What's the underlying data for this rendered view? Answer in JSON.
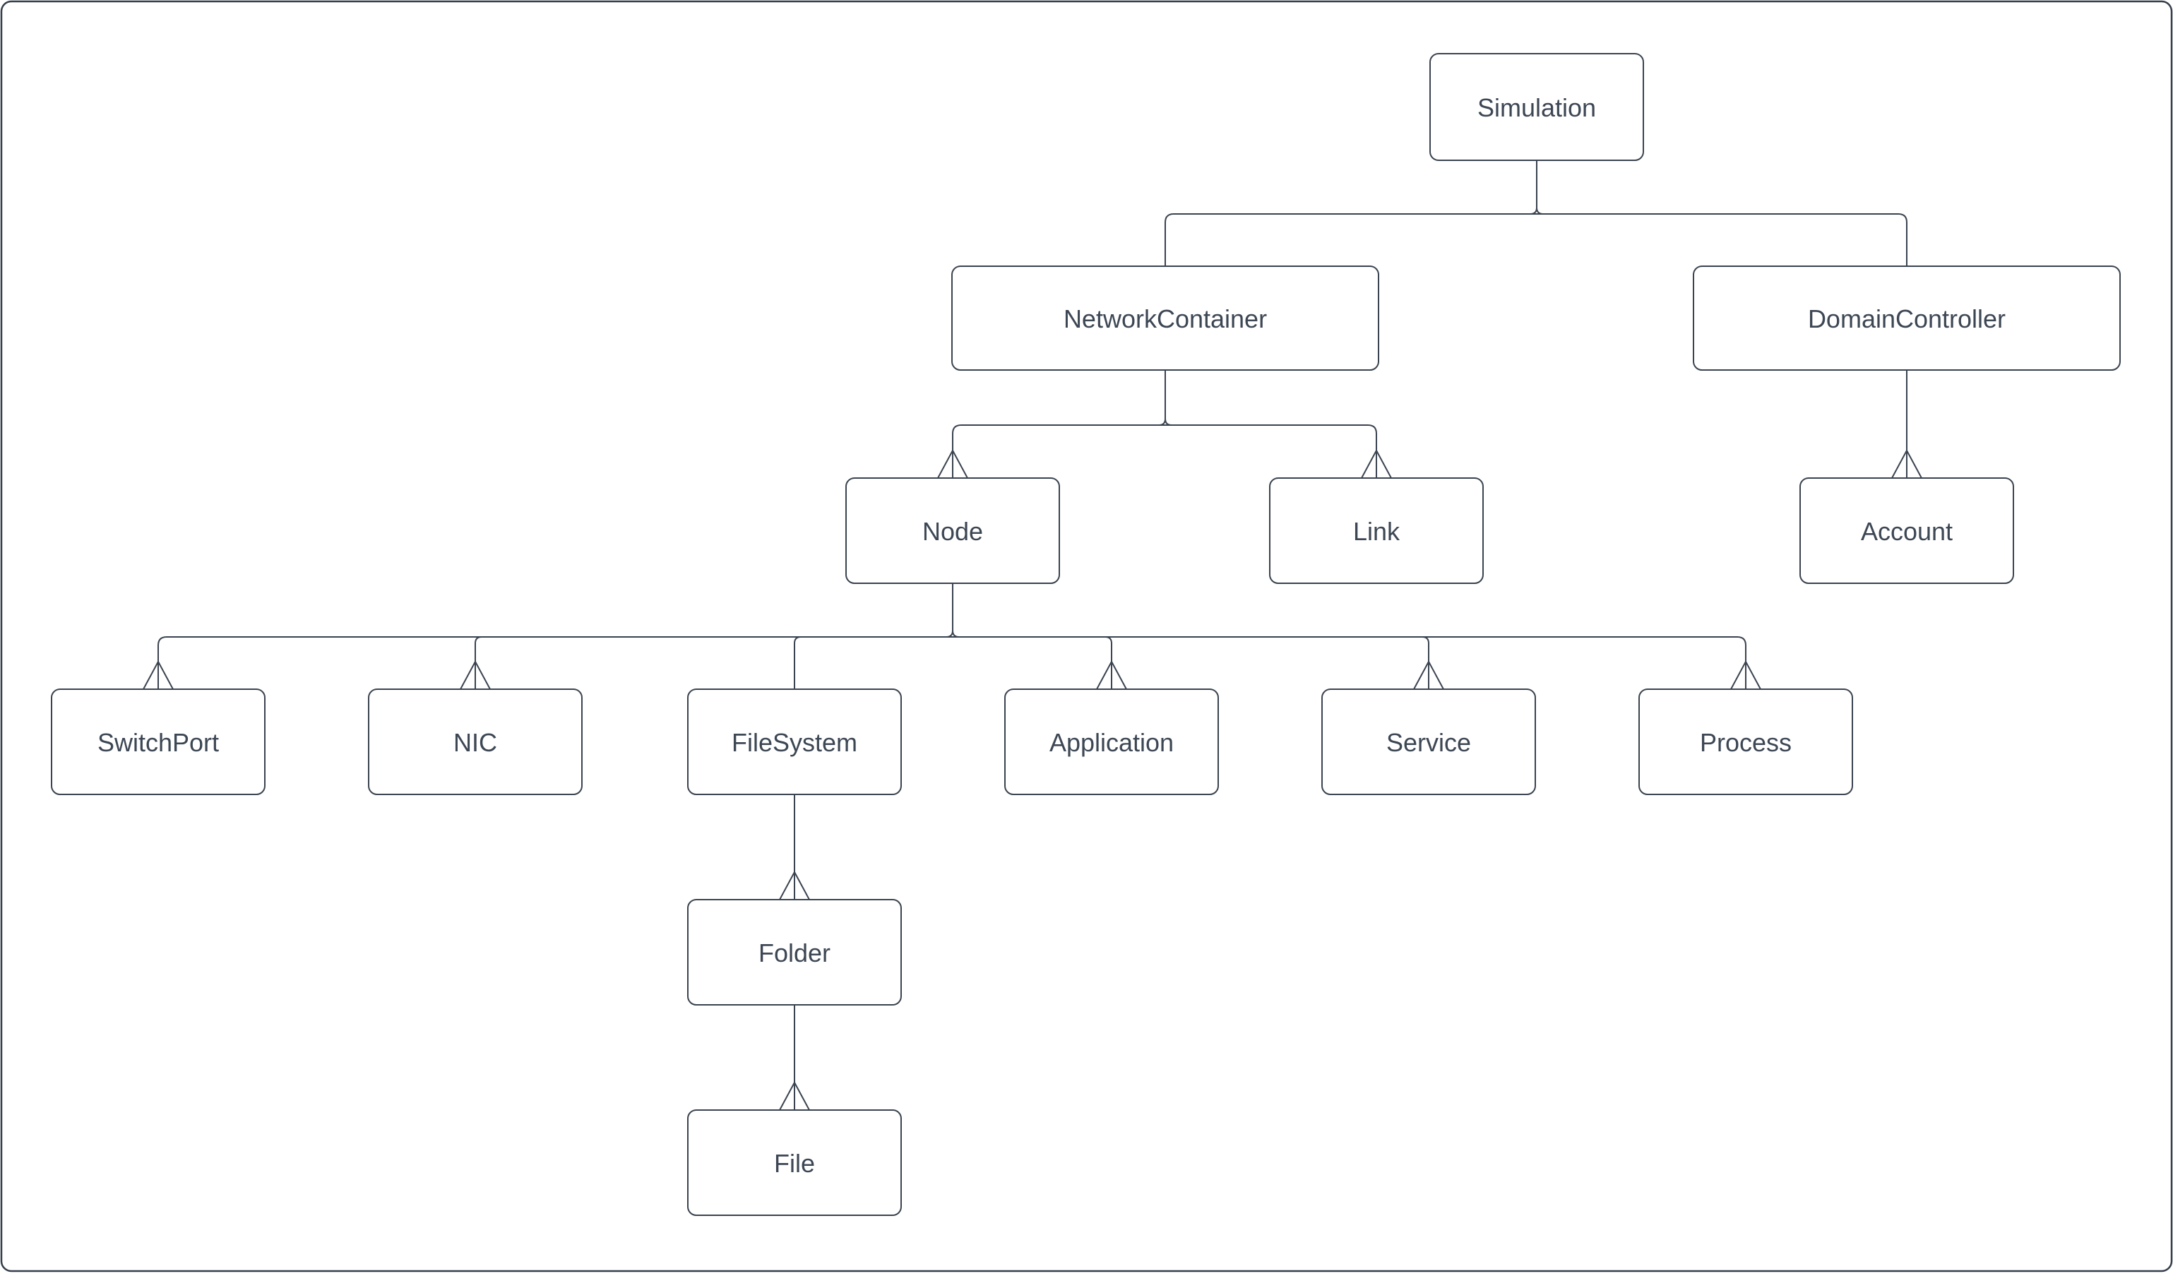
{
  "diagram": {
    "type": "class-hierarchy-tree",
    "colors": {
      "background": "#ffffff",
      "box_fill": "#ffffff",
      "line_stroke": "#3a434f",
      "text_color": "#3d4754",
      "canvas_border": "#343e4a"
    },
    "arrowhead_style": "open-chevron-up",
    "nodes": [
      {
        "id": "simulation",
        "label": "Simulation"
      },
      {
        "id": "network-container",
        "label": "NetworkContainer"
      },
      {
        "id": "domain-controller",
        "label": "DomainController"
      },
      {
        "id": "node",
        "label": "Node"
      },
      {
        "id": "link",
        "label": "Link"
      },
      {
        "id": "account",
        "label": "Account"
      },
      {
        "id": "switch-port",
        "label": "SwitchPort"
      },
      {
        "id": "nic",
        "label": "NIC"
      },
      {
        "id": "file-system",
        "label": "FileSystem"
      },
      {
        "id": "application",
        "label": "Application"
      },
      {
        "id": "service",
        "label": "Service"
      },
      {
        "id": "process",
        "label": "Process"
      },
      {
        "id": "folder",
        "label": "Folder"
      },
      {
        "id": "file",
        "label": "File"
      }
    ],
    "edges": [
      {
        "from": "simulation",
        "to": "network-container",
        "arrowhead": false
      },
      {
        "from": "simulation",
        "to": "domain-controller",
        "arrowhead": false
      },
      {
        "from": "network-container",
        "to": "node",
        "arrowhead": true
      },
      {
        "from": "network-container",
        "to": "link",
        "arrowhead": true
      },
      {
        "from": "domain-controller",
        "to": "account",
        "arrowhead": true
      },
      {
        "from": "node",
        "to": "switch-port",
        "arrowhead": true
      },
      {
        "from": "node",
        "to": "nic",
        "arrowhead": true
      },
      {
        "from": "node",
        "to": "file-system",
        "arrowhead": false
      },
      {
        "from": "node",
        "to": "application",
        "arrowhead": true
      },
      {
        "from": "node",
        "to": "service",
        "arrowhead": true
      },
      {
        "from": "node",
        "to": "process",
        "arrowhead": true
      },
      {
        "from": "file-system",
        "to": "folder",
        "arrowhead": true
      },
      {
        "from": "folder",
        "to": "file",
        "arrowhead": true
      }
    ]
  }
}
